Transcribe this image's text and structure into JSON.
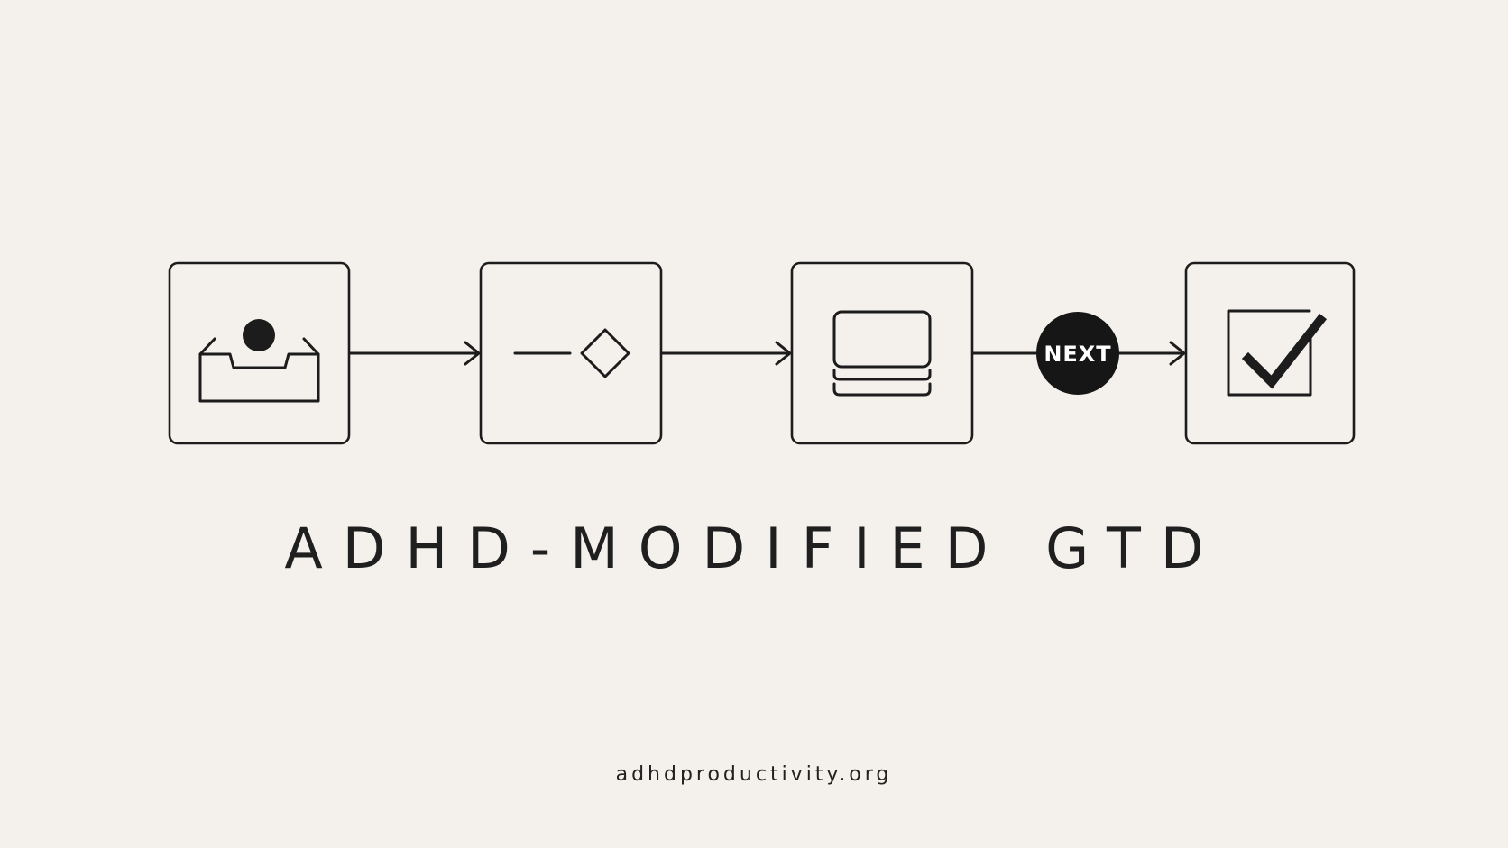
{
  "diagram": {
    "title": "ADHD-MODIFIED GTD",
    "footer": "adhdproductivity.org",
    "badge_label": "NEXT",
    "steps": [
      {
        "icon": "inbox-icon"
      },
      {
        "icon": "line-diamond-icon"
      },
      {
        "icon": "stack-icon"
      },
      {
        "icon": "checkbox-check-icon"
      }
    ],
    "colors": {
      "background": "#f4f1ec",
      "ink": "#1c1c1c"
    }
  }
}
